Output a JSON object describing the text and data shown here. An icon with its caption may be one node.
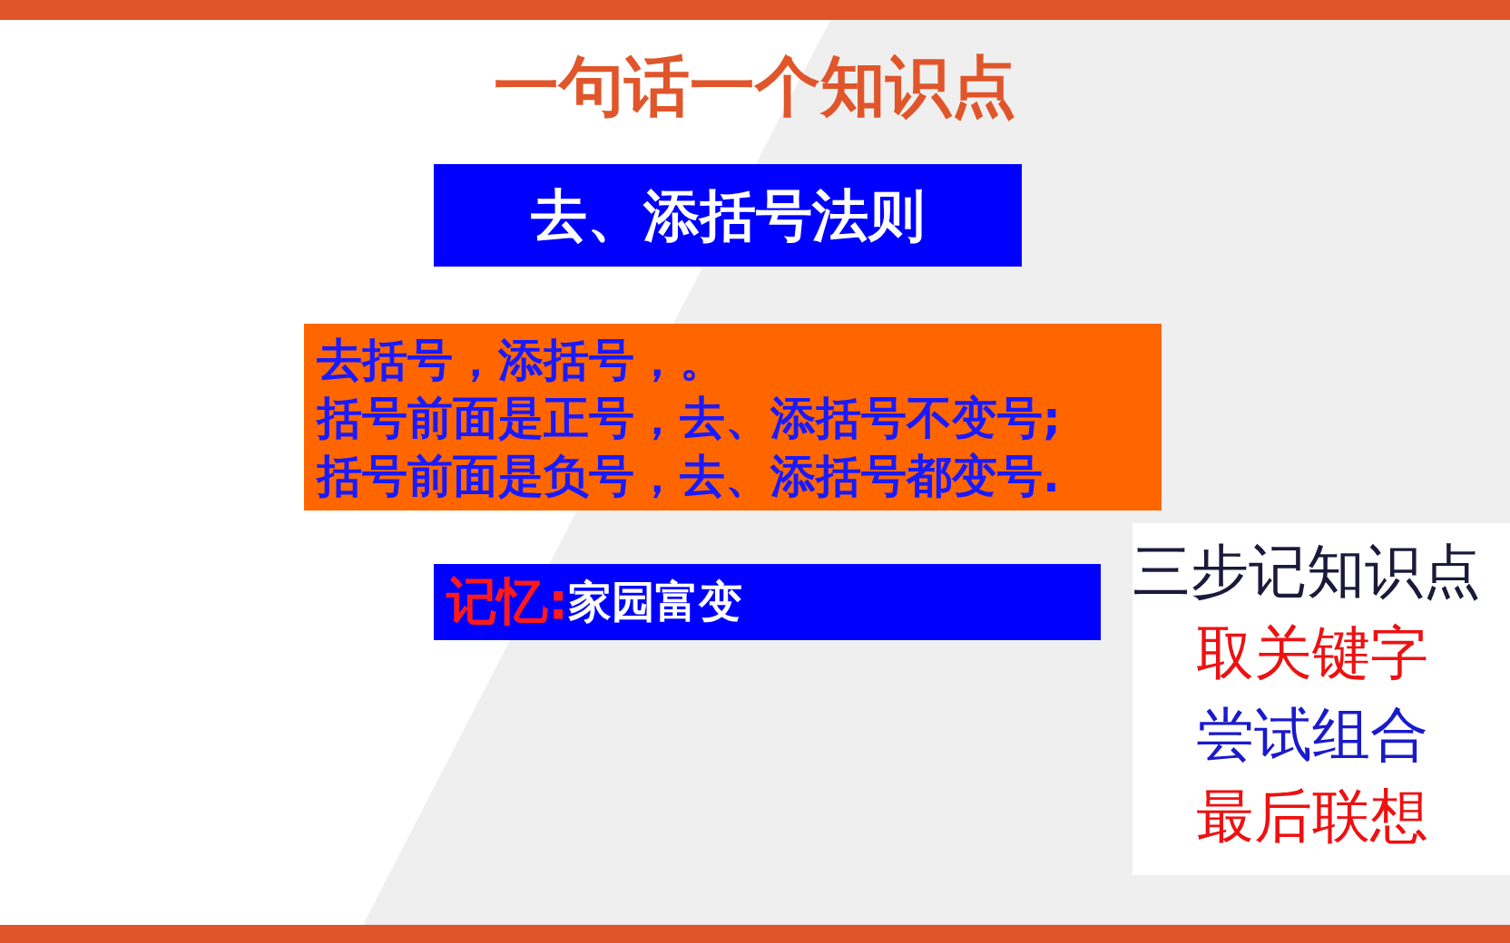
{
  "diagram": {
    "title": "一句话一个知识点",
    "nodes": [
      {
        "text": [
          "去、添括号法则"
        ]
      },
      {
        "text": [
          "去括号，添括号，。",
          "括号前面是正号，去、添括号不变号;",
          "括号前面是负号，去、添括号都变号."
        ]
      },
      {
        "text": [
          "记忆:",
          "家园富变"
        ]
      },
      {
        "text": [
          "三步记知识点",
          "取关键字",
          "尝试组合",
          "最后联想"
        ]
      }
    ]
  }
}
